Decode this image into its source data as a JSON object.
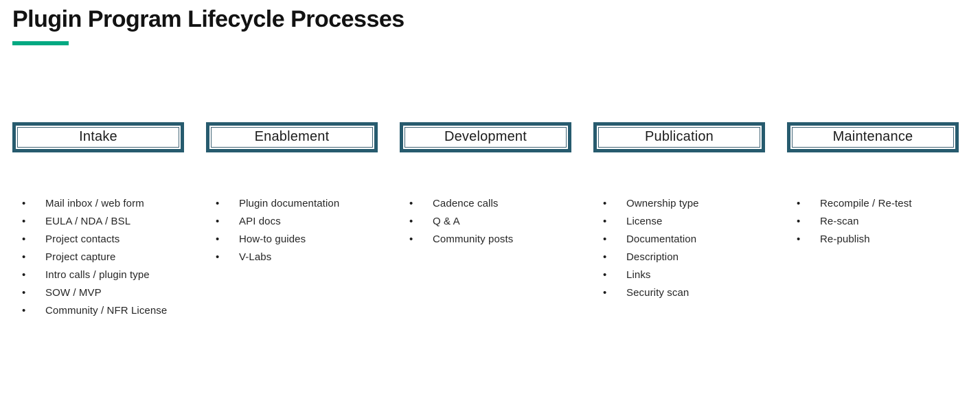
{
  "page": {
    "title": "Plugin Program Lifecycle Processes"
  },
  "colors": {
    "accent_green": "#01A982",
    "frame_teal": "#275B6E",
    "frame_inner_line": "#3F6374",
    "title_ink": "#121212",
    "body_ink": "#262626"
  },
  "columns": [
    {
      "header": "Intake",
      "items": [
        "Mail inbox / web form",
        "EULA / NDA / BSL",
        "Project contacts",
        "Project capture",
        "Intro calls / plugin type",
        "SOW / MVP",
        "Community / NFR License"
      ]
    },
    {
      "header": "Enablement",
      "items": [
        "Plugin documentation",
        "API docs",
        "How-to guides",
        "V-Labs"
      ]
    },
    {
      "header": "Development",
      "items": [
        "Cadence calls",
        "Q & A",
        "Community posts"
      ]
    },
    {
      "header": "Publication",
      "items": [
        "Ownership type",
        "License",
        "Documentation",
        "Description",
        "Links",
        "Security scan"
      ]
    },
    {
      "header": "Maintenance",
      "items": [
        "Recompile / Re-test",
        "Re-scan",
        "Re-publish"
      ]
    }
  ]
}
